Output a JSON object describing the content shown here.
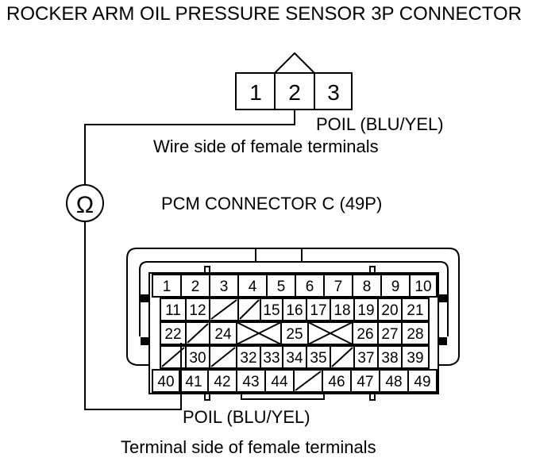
{
  "title": "ROCKER ARM OIL PRESSURE SENSOR 3P CONNECTOR",
  "sensor_connector": {
    "terminals": [
      "1",
      "2",
      "3"
    ],
    "wire_label": "POIL (BLU/YEL)",
    "view_label": "Wire side of female terminals"
  },
  "meter": {
    "symbol": "Ω"
  },
  "pcm_connector": {
    "title": "PCM CONNECTOR C (49P)",
    "wire_label": "POIL (BLU/YEL)",
    "view_label": "Terminal side of female terminals",
    "rows": [
      [
        "1",
        "2",
        "3",
        "4",
        "5",
        "6",
        "7",
        "8",
        "9",
        "10"
      ],
      [
        "11",
        "12",
        "",
        "",
        "15",
        "16",
        "17",
        "18",
        "19",
        "20",
        "21"
      ],
      [
        "22",
        "",
        "24",
        "",
        "",
        "25",
        "",
        "",
        "26",
        "27",
        "28"
      ],
      [
        "",
        "30",
        "",
        "32",
        "33",
        "34",
        "35",
        "",
        "37",
        "38",
        "39"
      ],
      [
        "40",
        "41",
        "42",
        "43",
        "44",
        "",
        "46",
        "47",
        "48",
        "49"
      ]
    ]
  }
}
